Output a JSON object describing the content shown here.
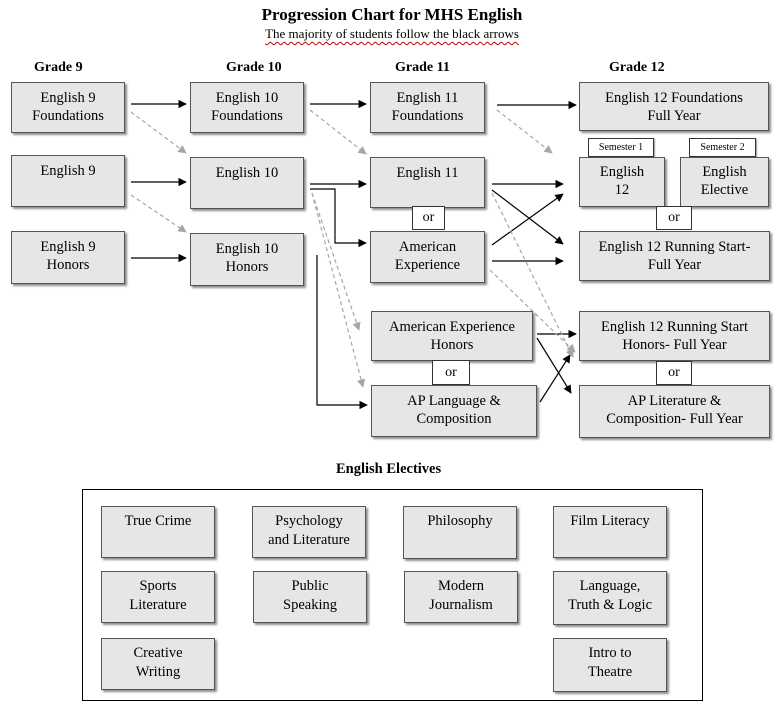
{
  "title": "Progression Chart for MHS English",
  "subtitle": "The majority of students follow the black arrows",
  "grades": {
    "g9": "Grade 9",
    "g10": "Grade 10",
    "g11": "Grade 11",
    "g12": "Grade 12"
  },
  "courses": {
    "e9f": "English 9\nFoundations",
    "e9": "English 9",
    "e9h": "English 9\nHonors",
    "e10f": "English 10\nFoundations",
    "e10": "English 10",
    "e10h": "English 10\nHonors",
    "e11f": "English 11\nFoundations",
    "e11": "English 11",
    "amexp": "American\nExperience",
    "amexph": "American Experience\nHonors",
    "aplang": "AP Language &\nComposition",
    "e12f": "English 12 Foundations\nFull Year",
    "e12": "English\n12",
    "e12elec": "English\nElective",
    "e12rs": "English 12 Running Start-\nFull Year",
    "e12rsh": "English 12 Running Start\nHonors- Full Year",
    "aplit": "AP Literature &\nComposition- Full Year"
  },
  "semesters": {
    "s1": "Semester 1",
    "s2": "Semester 2"
  },
  "or_label": "or",
  "electives_title": "English Electives",
  "electives": {
    "e1": "True Crime",
    "e2": "Psychology\nand Literature",
    "e3": "Philosophy",
    "e4": "Film Literacy",
    "e5": "Sports\nLiterature",
    "e6": "Public\nSpeaking",
    "e7": "Modern\nJournalism",
    "e8": "Language,\nTruth & Logic",
    "e9": "Creative\nWriting",
    "e10": "Intro to\nTheatre"
  },
  "colors": {
    "primary_arrow": "#000000",
    "alternate_arrow": "#a6a6a6",
    "box_fill": "#e6e6e6"
  }
}
